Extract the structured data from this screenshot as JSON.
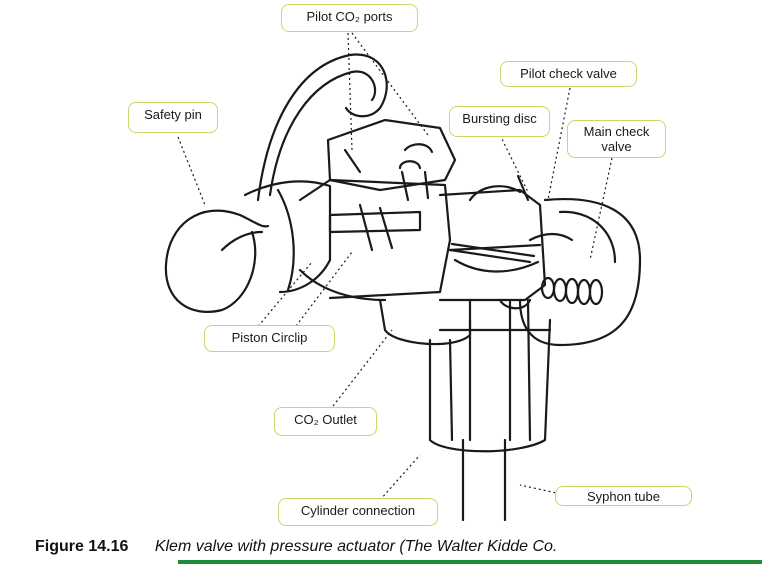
{
  "diagram": {
    "labels": {
      "pilot_co2_ports": "Pilot CO₂ ports",
      "safety_pin": "Safety pin",
      "pilot_check_valve": "Pilot check valve",
      "bursting_disc": "Bursting disc",
      "main_check_valve": "Main check valve",
      "piston_circlip": "Piston  Circlip",
      "co2_outlet": "CO₂ Outlet",
      "cylinder_connection": "Cylinder connection",
      "syphon_tube": "Syphon tube"
    },
    "label_border_color": "#c9d66a",
    "line_color": "#1a1a1a"
  },
  "caption": {
    "number": "Figure 14.16",
    "text": "Klem valve with pressure actuator (The Walter Kidde Co.",
    "rule_color": "#1f8a3a"
  }
}
